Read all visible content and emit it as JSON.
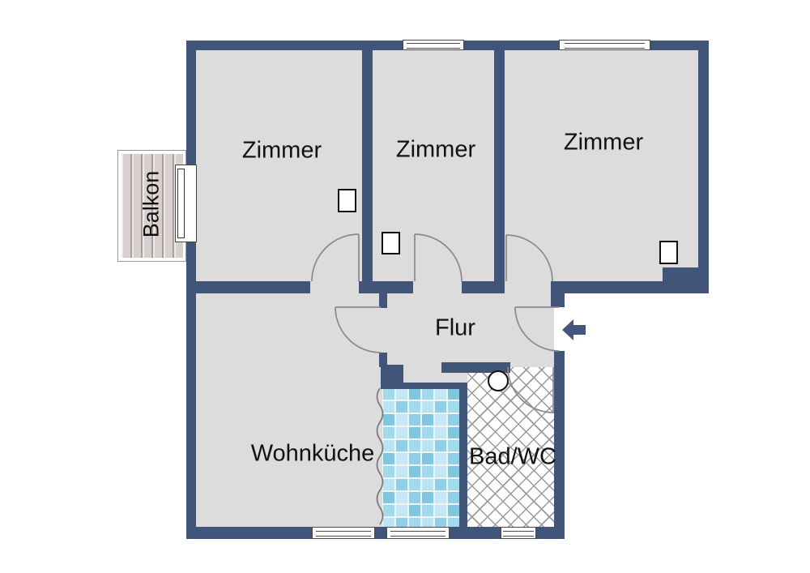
{
  "plan": {
    "type": "apartment-floorplan",
    "rooms": [
      {
        "id": "zimmer-1",
        "label": "Zimmer"
      },
      {
        "id": "zimmer-2",
        "label": "Zimmer"
      },
      {
        "id": "zimmer-3",
        "label": "Zimmer"
      },
      {
        "id": "flur",
        "label": "Flur"
      },
      {
        "id": "wohnkueche",
        "label": "Wohnküche"
      },
      {
        "id": "bad-wc",
        "label": "Bad/WC"
      },
      {
        "id": "balkon",
        "label": "Balkon"
      }
    ],
    "colors": {
      "wall": "#415578",
      "floor": "#dcdcdc",
      "background": "#ffffff",
      "door_arc": "#8a8a8a",
      "entrance_arrow": "#44567c",
      "tile_grout": "#e9f5fa",
      "tile_shades": [
        "#c6e8f4",
        "#a3d9ec",
        "#7fc6e0",
        "#bce3f1",
        "#92cfe6"
      ],
      "balcony_wood": "#d7d0ce",
      "bath_hatch_line": "#9a9a9a"
    },
    "symbols": {
      "entrance_arrow": "arrow-left-icon",
      "washbasin": "circle-symbol",
      "radiators": "white-box-symbol",
      "windows": "double-line-window-symbol",
      "open_passage": "wavy-line-symbol"
    }
  }
}
